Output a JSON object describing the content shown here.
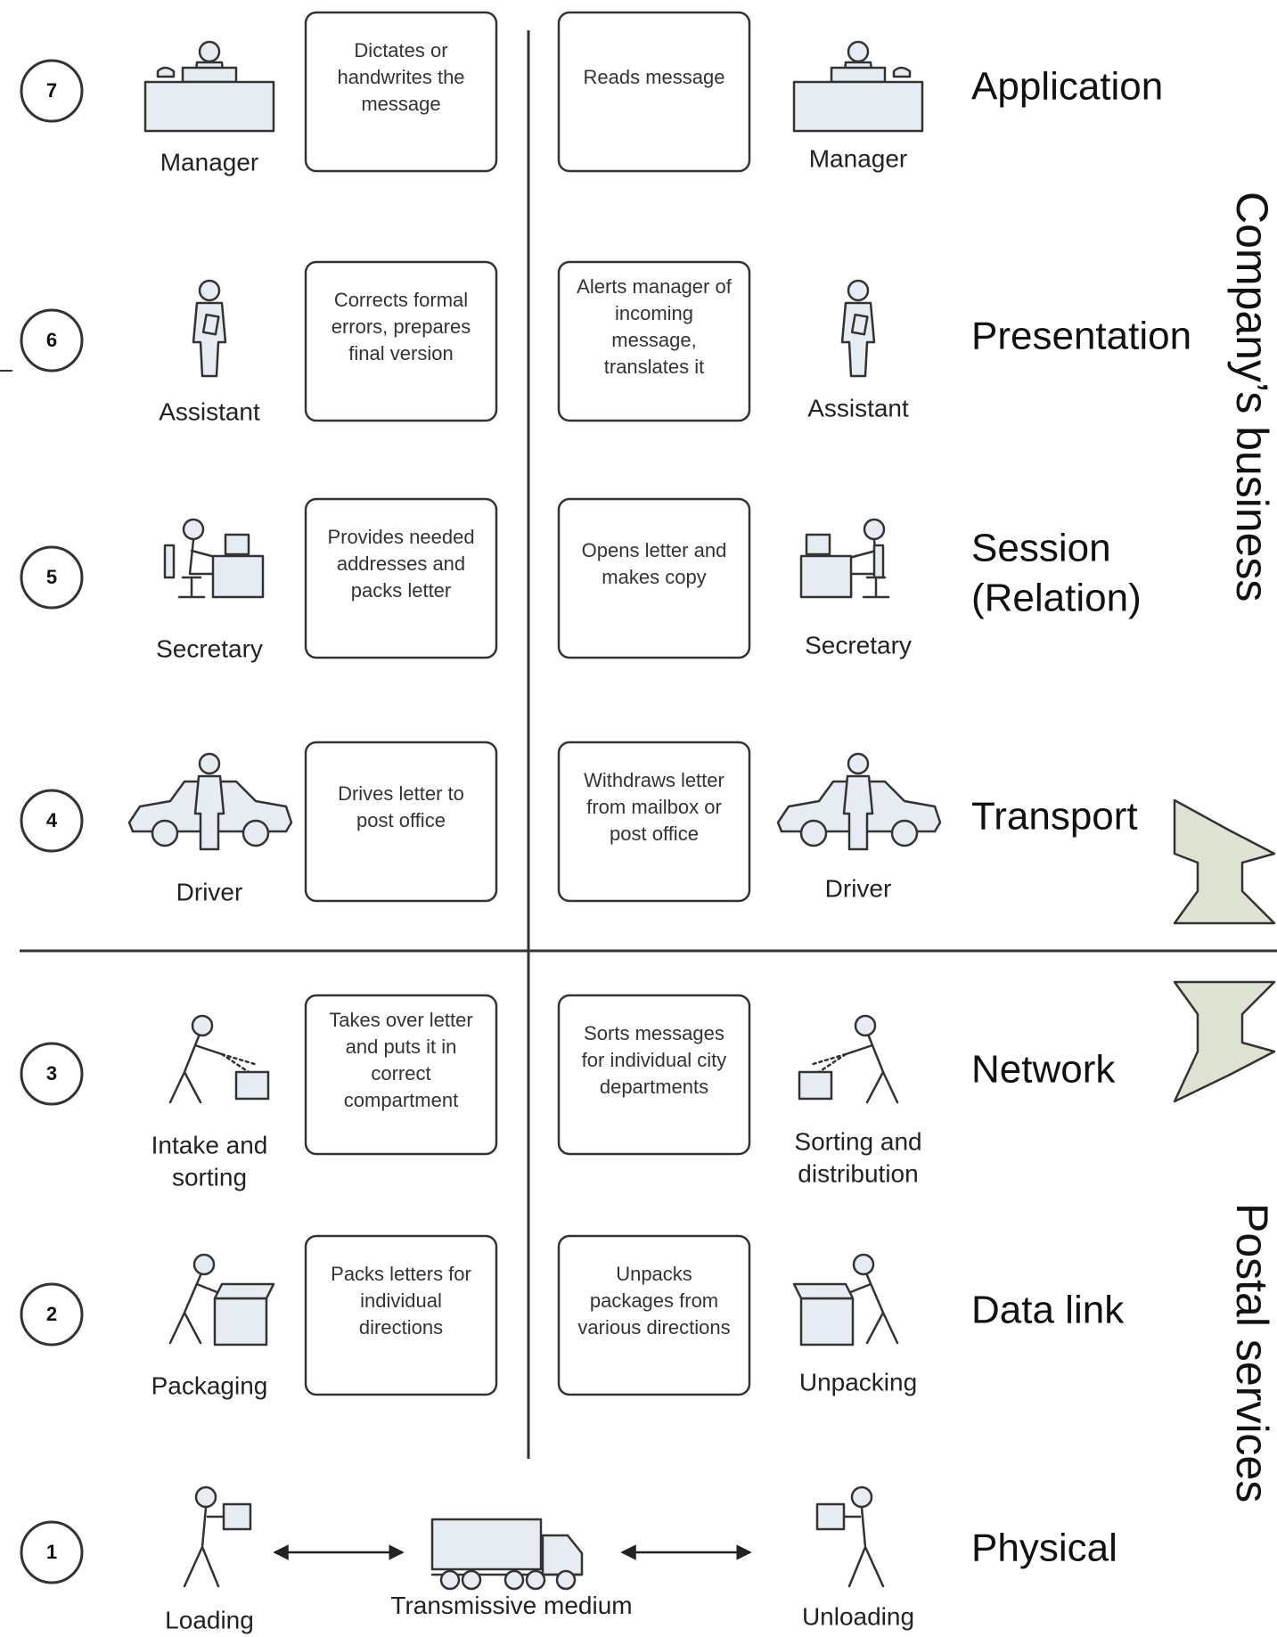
{
  "layers": [
    {
      "number": "7",
      "name": [
        "Application"
      ],
      "left_box": [
        "Dictates or",
        "handwrites the",
        "message"
      ],
      "right_box": [
        "Reads message"
      ],
      "left_role": [
        "Manager"
      ],
      "right_role": [
        "Manager"
      ]
    },
    {
      "number": "6",
      "name": [
        "Presentation"
      ],
      "left_box": [
        "Corrects formal",
        "errors, prepares",
        "final version"
      ],
      "right_box": [
        "Alerts manager of",
        "incoming",
        "message,",
        "translates it"
      ],
      "left_role": [
        "Assistant"
      ],
      "right_role": [
        "Assistant"
      ]
    },
    {
      "number": "5",
      "name": [
        "Session",
        "(Relation)"
      ],
      "left_box": [
        "Provides needed",
        "addresses and",
        "packs letter"
      ],
      "right_box": [
        "Opens letter and",
        "makes copy"
      ],
      "left_role": [
        "Secretary"
      ],
      "right_role": [
        "Secretary"
      ]
    },
    {
      "number": "4",
      "name": [
        "Transport"
      ],
      "left_box": [
        "Drives letter to",
        "post office"
      ],
      "right_box": [
        "Withdraws letter",
        "from mailbox or",
        "post office"
      ],
      "left_role": [
        "Driver"
      ],
      "right_role": [
        "Driver"
      ]
    },
    {
      "number": "3",
      "name": [
        "Network"
      ],
      "left_box": [
        "Takes over letter",
        "and puts it in",
        "correct",
        "compartment"
      ],
      "right_box": [
        "Sorts messages",
        "for individual city",
        "departments"
      ],
      "left_role": [
        "Intake and",
        "sorting"
      ],
      "right_role": [
        "Sorting and",
        "distribution"
      ]
    },
    {
      "number": "2",
      "name": [
        "Data link"
      ],
      "left_box": [
        "Packs letters for",
        "individual",
        "directions"
      ],
      "right_box": [
        "Unpacks",
        "packages from",
        "various directions"
      ],
      "left_role": [
        "Packaging"
      ],
      "right_role": [
        "Unpacking"
      ]
    },
    {
      "number": "1",
      "name": [
        "Physical"
      ],
      "left_role": [
        "Loading"
      ],
      "right_role": [
        "Unloading"
      ],
      "medium": "Transmissive medium"
    }
  ],
  "groups": {
    "upper": "Company’s business",
    "lower": "Postal services"
  },
  "icons": {
    "7": "manager-desk-icon",
    "6": "assistant-icon",
    "5": "secretary-computer-icon",
    "4": "driver-car-icon",
    "3": "sorting-parcel-icon",
    "2": "packing-box-icon",
    "1": "carrying-person-icon",
    "medium": "truck-icon",
    "arrows": "up-down-arrow-icon"
  }
}
